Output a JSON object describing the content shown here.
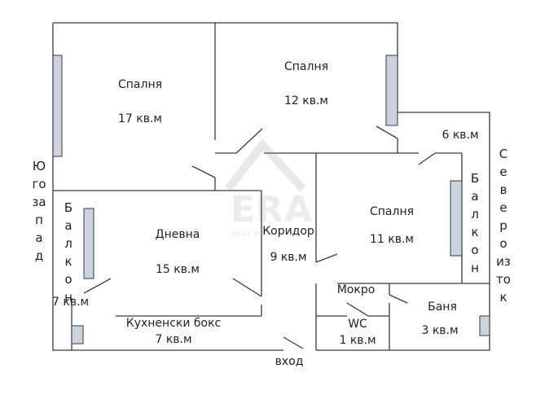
{
  "watermark": {
    "logo_text": "ERA",
    "sub_text": "REAL ESTATE"
  },
  "orientation": {
    "left": "Югозапад",
    "right": "Североизток"
  },
  "rooms": {
    "bedroom1": {
      "name": "Спалня",
      "area": "17 кв.м"
    },
    "bedroom2": {
      "name": "Спалня",
      "area": "12 кв.м"
    },
    "balcony_east_area": "6 кв.м",
    "balcony_east_label": "Балкон",
    "bedroom3": {
      "name": "Спалня",
      "area": "11 кв.м"
    },
    "corridor": {
      "name": "Коридор",
      "area": "9 кв.м"
    },
    "living": {
      "name": "Дневна",
      "area": "15 кв.м"
    },
    "balcony_west": {
      "name": "Балкон",
      "area": "7 кв.м"
    },
    "kitchen": {
      "name": "Кухненски бокс",
      "area": "7 кв.м"
    },
    "wet": {
      "name": "Мокро"
    },
    "wc": {
      "name": "WC",
      "area": "1 кв.м"
    },
    "bath": {
      "name": "Баня",
      "area": "3 кв.м"
    },
    "entrance": {
      "name": "вход"
    }
  }
}
